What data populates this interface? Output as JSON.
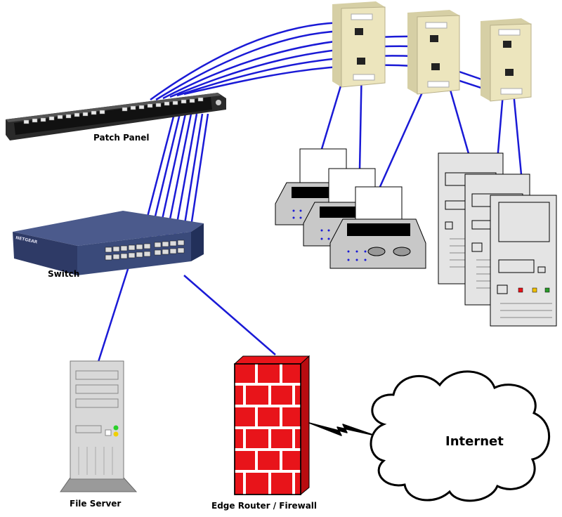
{
  "labels": {
    "patch_panel": "Patch Panel",
    "switch": "Switch",
    "file_server": "File Server",
    "firewall": "Edge Router / Firewall",
    "internet": "Internet",
    "switch_brand": "NETGEAR"
  },
  "colors": {
    "cable": "#1a1ad6",
    "firewall_brick": "#e8141a",
    "wall_plate": "#ece5bd",
    "device_gray": "#d8d8d8",
    "switch_body": "#3a4a7a"
  },
  "icons": [
    "patch-panel-icon",
    "network-switch-icon",
    "wall-jack-icon",
    "printer-icon",
    "desktop-tower-icon",
    "file-server-icon",
    "firewall-icon",
    "cloud-icon",
    "lightning-link-icon"
  ]
}
